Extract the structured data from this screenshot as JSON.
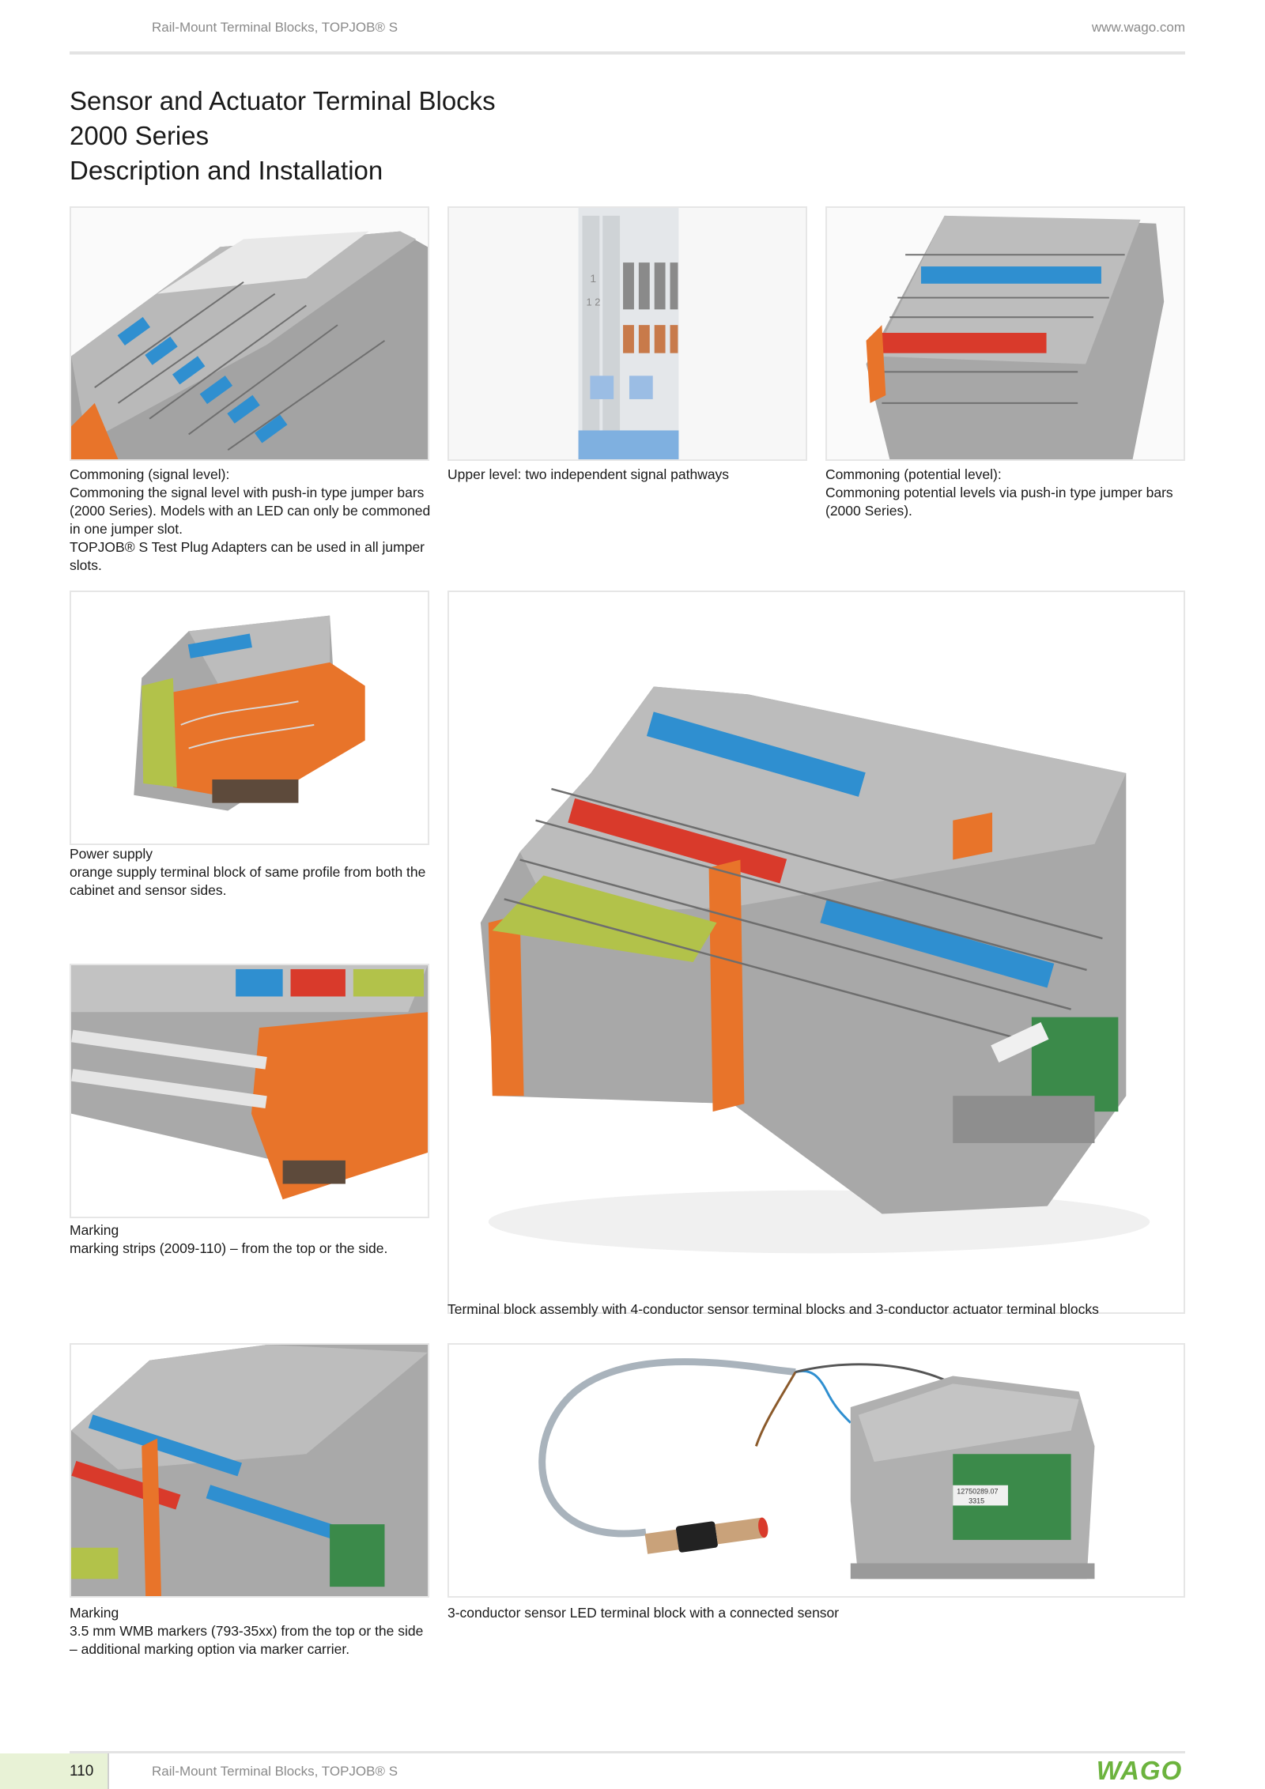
{
  "header": {
    "left_text": "Rail-Mount Terminal Blocks, TOPJOB® S",
    "right_text": "www.wago.com"
  },
  "title": {
    "line1": "Sensor and Actuator Terminal Blocks",
    "line2": "2000 Series",
    "line3": "Description and Installation"
  },
  "captions": {
    "c1": {
      "heading": "Commoning (signal level):",
      "body": "Commoning the signal level with push-in type jumper bars (2000 Series). Models with an LED can only be commoned in one jumper slot.",
      "extra": "TOPJOB® S Test Plug Adapters can be used in all jumper slots."
    },
    "c2": {
      "heading": "Upper level: two independent signal pathways"
    },
    "c3": {
      "heading": "Commoning (potential level):",
      "body": "Commoning potential levels via push-in type jumper bars (2000 Series)."
    },
    "c4": {
      "heading": "Power supply",
      "body": "orange supply terminal block of same profile from both the cabinet and sensor sides."
    },
    "c5": {
      "heading": "Marking",
      "body": "marking strips (2009-110) – from the top or the side."
    },
    "c6": {
      "heading": "Terminal block assembly with 4-conductor sensor terminal blocks and 3-conductor actuator terminal blocks"
    },
    "c7": {
      "heading": "Marking",
      "body": "3.5 mm WMB markers (793-35xx) from the top or the side – additional marking option via marker carrier."
    },
    "c8": {
      "heading": "3-conductor sensor LED terminal block with a connected sensor"
    }
  },
  "photo_labels": {
    "sensor_label": "12750289.07\n3315"
  },
  "footer": {
    "page_number": "110",
    "text": "Rail-Mount Terminal Blocks, TOPJOB® S",
    "logo_text": "WAGO"
  },
  "colors": {
    "rule": "#e3e3e3",
    "wago_green": "#6cb33e",
    "footer_tab": "#e8f2d6",
    "block_gray": "#9a9a9a",
    "jumper_blue": "#2f8fd0",
    "jumper_red": "#d93a2b",
    "supply_orange": "#e8742a"
  }
}
